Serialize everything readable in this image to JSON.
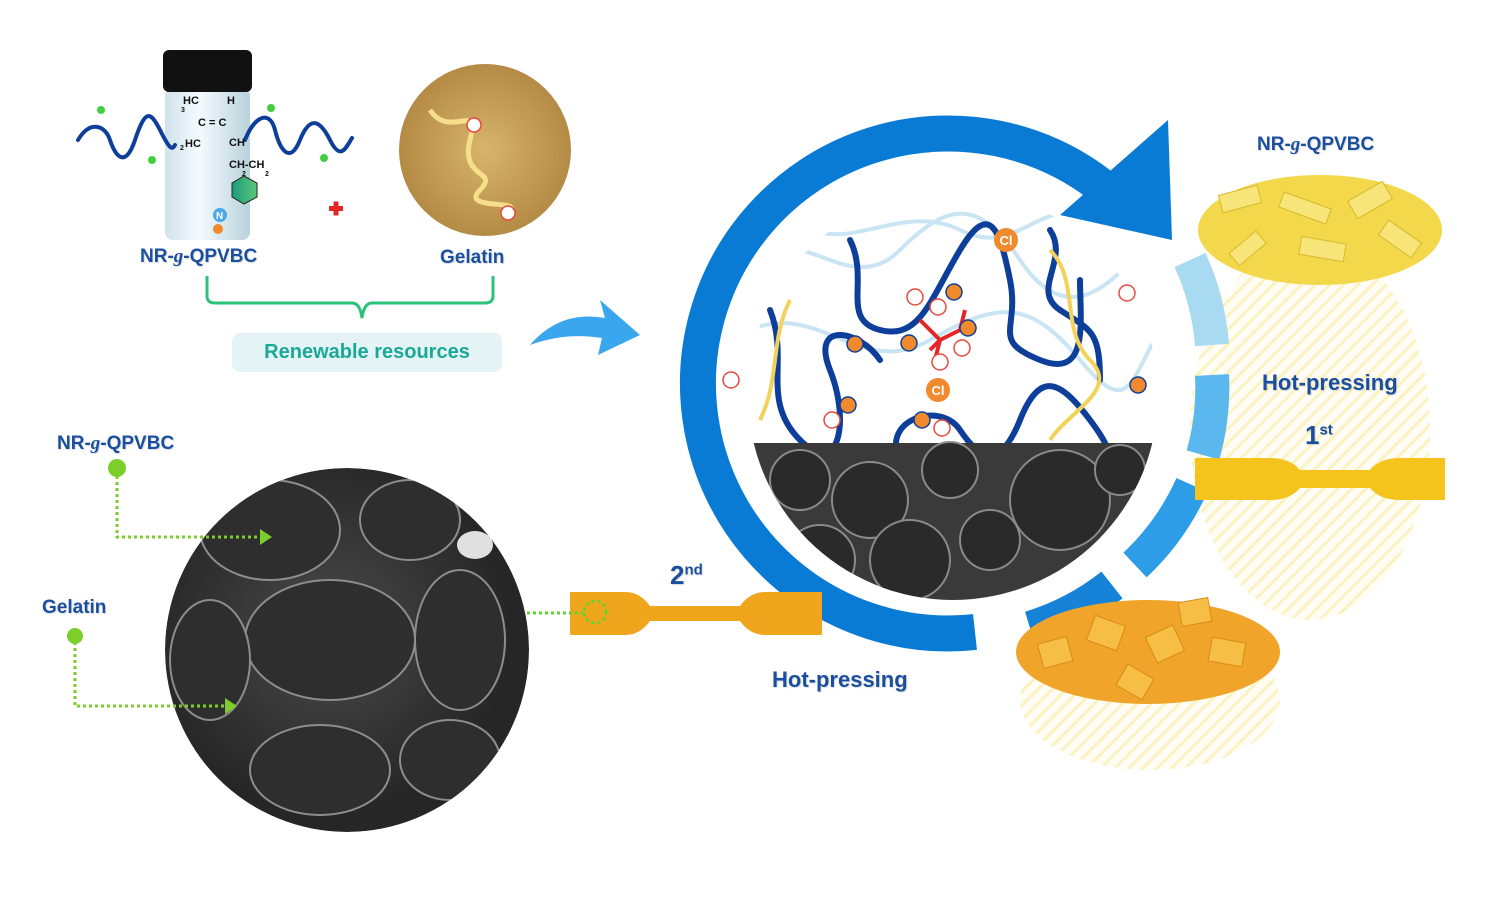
{
  "labels": {
    "vial_label_prefix": "NR-",
    "vial_label_italic": "g",
    "vial_label_suffix": "-QPVBC",
    "gelatin": "Gelatin",
    "renewable": "Renewable resources",
    "pieces_label_prefix": "NR-",
    "pieces_label_italic": "g",
    "pieces_label_suffix": "-QPVBC",
    "hot_pressing_right": "Hot-pressing",
    "hot_pressing_bottom": "Hot-pressing",
    "first_num": "1",
    "first_sup": "st",
    "second_num": "2",
    "second_sup": "nd",
    "sem_nr_prefix": "NR-",
    "sem_nr_italic": "g",
    "sem_nr_suffix": "-QPVBC",
    "sem_gelatin": "Gelatin"
  },
  "chem": {
    "hc3": "HC",
    "sub3": "3",
    "h": "H",
    "c_eq_c": "C = C",
    "hc2": "HC",
    "sub2": "2",
    "ch": "CH",
    "chch": "CH-CH",
    "sub2b": "2",
    "sub2c": "2",
    "n": "N"
  },
  "ions": {
    "cl": "Cl",
    "plus": "+",
    "minus": "−"
  },
  "colors": {
    "brand_blue": "#1a4fa0",
    "cycle_blue": "#0a7bd4",
    "teal": "#1aa898",
    "chain_blue": "#0d3f9a",
    "gelatin_yellow": "#f3d25a",
    "anion_red": "#e64a3c",
    "cation_orange": "#f08a2c"
  }
}
